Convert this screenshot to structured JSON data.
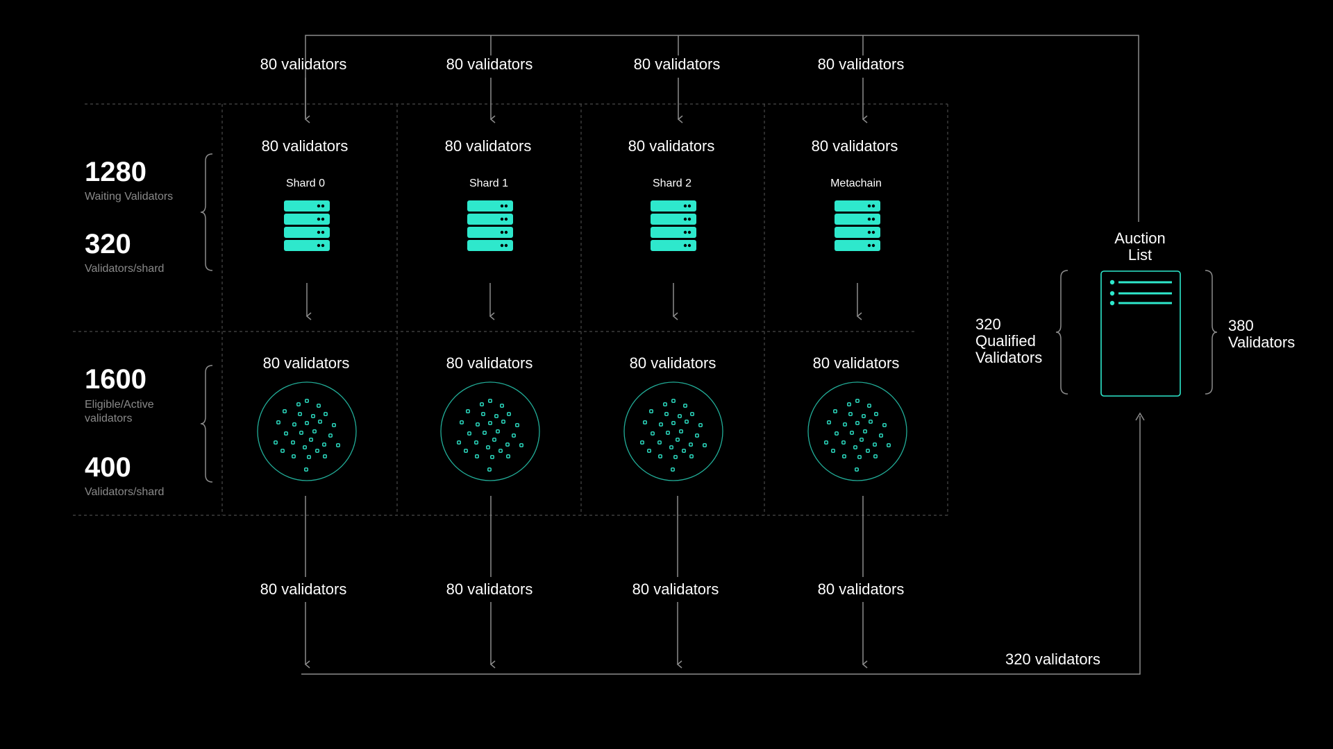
{
  "colors": {
    "accent": "#2ee8cc",
    "line": "#8c8c8c",
    "dashed": "#4a4a4a",
    "background": "#000000"
  },
  "top_flow": [
    "80 validators",
    "80 validators",
    "80 validators",
    "80 validators"
  ],
  "waiting_row": [
    {
      "count_label": "80 validators",
      "name": "Shard 0",
      "icon": "server-stack-icon"
    },
    {
      "count_label": "80 validators",
      "name": "Shard 1",
      "icon": "server-stack-icon"
    },
    {
      "count_label": "80 validators",
      "name": "Shard 2",
      "icon": "server-stack-icon"
    },
    {
      "count_label": "80 validators",
      "name": "Metachain",
      "icon": "server-stack-icon"
    }
  ],
  "eligible_row": [
    {
      "count_label": "80 validators",
      "icon": "validator-pool-icon"
    },
    {
      "count_label": "80 validators",
      "icon": "validator-pool-icon"
    },
    {
      "count_label": "80 validators",
      "icon": "validator-pool-icon"
    },
    {
      "count_label": "80 validators",
      "icon": "validator-pool-icon"
    }
  ],
  "bottom_flow": [
    "80 validators",
    "80 validators",
    "80 validators",
    "80 validators"
  ],
  "waiting_stats": {
    "total": "1280",
    "total_label": "Waiting Validators",
    "per_shard": "320",
    "per_shard_label": "Validators/shard"
  },
  "eligible_stats": {
    "total": "1600",
    "total_label_line1": "Eligible/Active",
    "total_label_line2": "validators",
    "per_shard": "400",
    "per_shard_label": "Validators/shard"
  },
  "auction": {
    "title_line1": "Auction",
    "title_line2": "List",
    "left_line1": "320",
    "left_line2": "Qualified",
    "left_line3": "Validators",
    "right_line1": "380",
    "right_line2": "Validators",
    "return_label": "320 validators",
    "icon": "list-document-icon"
  }
}
